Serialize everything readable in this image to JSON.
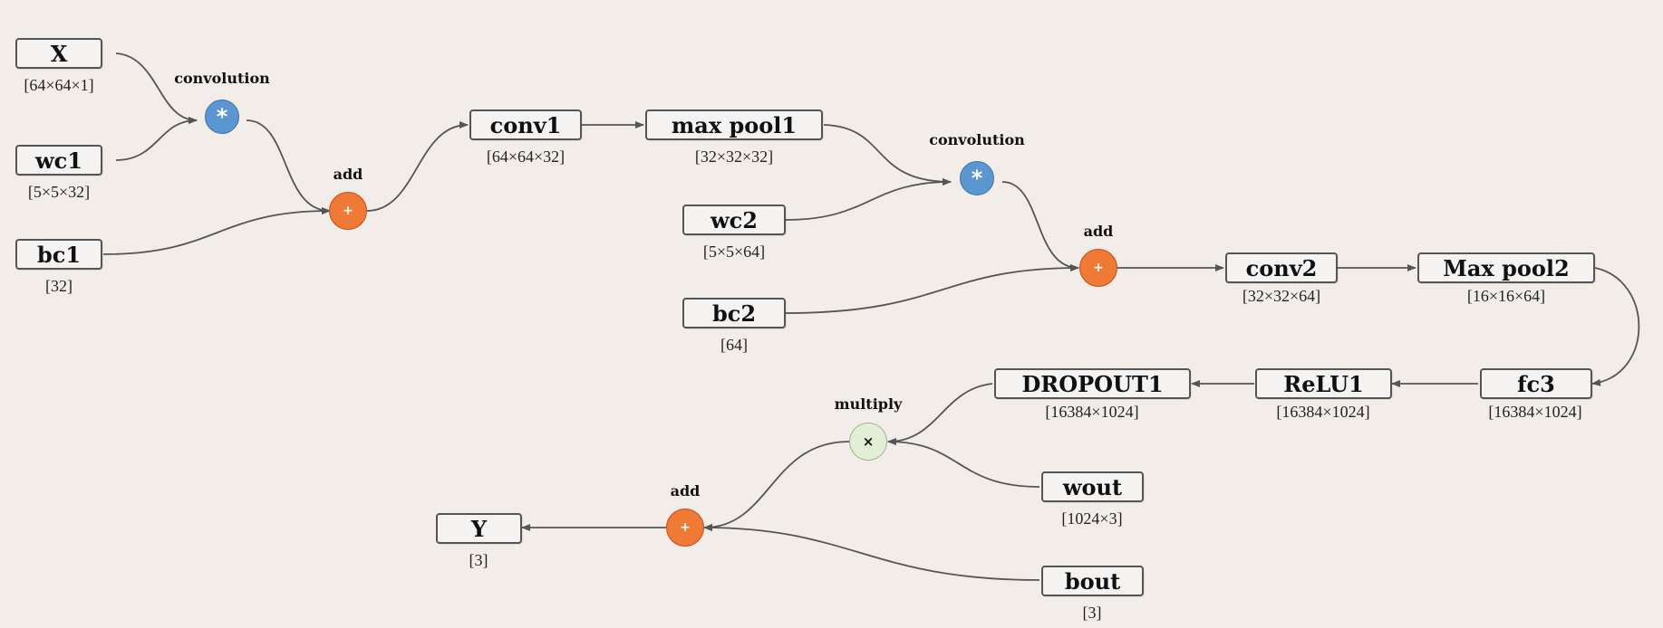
{
  "nodes": {
    "x": {
      "label": "X",
      "dims": "[64×64×1]"
    },
    "wc1": {
      "label": "wc1",
      "dims": "[5×5×32]"
    },
    "bc1": {
      "label": "bc1",
      "dims": "[32]"
    },
    "conv1": {
      "label": "conv1",
      "dims": "[64×64×32]"
    },
    "maxpool1": {
      "label": "max pool1",
      "dims": "[32×32×32]"
    },
    "wc2": {
      "label": "wc2",
      "dims": "[5×5×64]"
    },
    "bc2": {
      "label": "bc2",
      "dims": "[64]"
    },
    "conv2": {
      "label": "conv2",
      "dims": "[32×32×64]"
    },
    "maxpool2": {
      "label": "Max pool2",
      "dims": "[16×16×64]"
    },
    "fc3": {
      "label": "fc3",
      "dims": "[16384×1024]"
    },
    "relu1": {
      "label": "ReLU1",
      "dims": "[16384×1024]"
    },
    "dropout1": {
      "label": "DROPOUT1",
      "dims": "[16384×1024]"
    },
    "wout": {
      "label": "wout",
      "dims": "[1024×3]"
    },
    "bout": {
      "label": "bout",
      "dims": "[3]"
    },
    "y": {
      "label": "Y",
      "dims": "[3]"
    }
  },
  "ops": {
    "conv_1": {
      "label": "convolution",
      "symbol": "*"
    },
    "add_1": {
      "label": "add",
      "symbol": "+"
    },
    "conv_2": {
      "label": "convolution",
      "symbol": "*"
    },
    "add_2": {
      "label": "add",
      "symbol": "+"
    },
    "multiply": {
      "label": "multiply",
      "symbol": "×"
    },
    "add_3": {
      "label": "add",
      "symbol": "+"
    }
  },
  "edges": [
    [
      "x",
      "conv_1"
    ],
    [
      "wc1",
      "conv_1"
    ],
    [
      "conv_1",
      "add_1"
    ],
    [
      "bc1",
      "add_1"
    ],
    [
      "add_1",
      "conv1"
    ],
    [
      "conv1",
      "maxpool1"
    ],
    [
      "maxpool1",
      "conv_2"
    ],
    [
      "wc2",
      "conv_2"
    ],
    [
      "conv_2",
      "add_2"
    ],
    [
      "bc2",
      "add_2"
    ],
    [
      "add_2",
      "conv2"
    ],
    [
      "conv2",
      "maxpool2"
    ],
    [
      "maxpool2",
      "fc3"
    ],
    [
      "fc3",
      "relu1"
    ],
    [
      "relu1",
      "dropout1"
    ],
    [
      "dropout1",
      "multiply"
    ],
    [
      "wout",
      "multiply"
    ],
    [
      "multiply",
      "add_3"
    ],
    [
      "bout",
      "add_3"
    ],
    [
      "add_3",
      "y"
    ]
  ],
  "colors": {
    "background": "#f2ede9",
    "edge": "#555555",
    "conv_op": "#5b96d0",
    "add_op": "#ee7a36",
    "multiply_op": "#e2efd6"
  }
}
